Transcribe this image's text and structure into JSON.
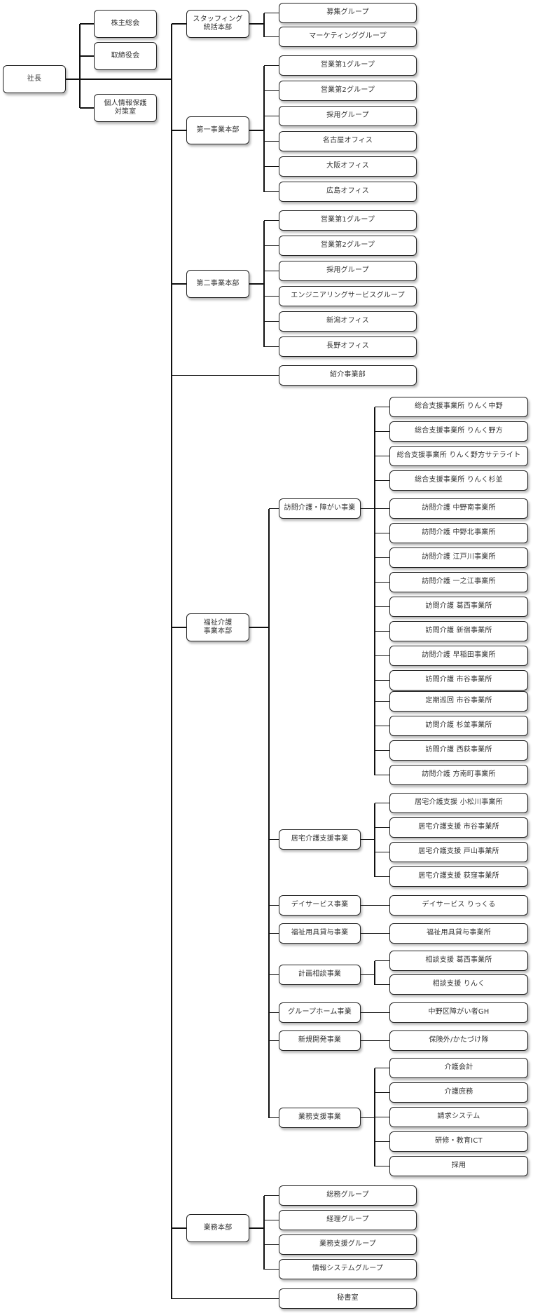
{
  "root": {
    "id": "president",
    "label": "社長"
  },
  "advisors": [
    {
      "id": "shareholders",
      "label": "株主総会"
    },
    {
      "id": "board",
      "label": "取締役会"
    },
    {
      "id": "privacy",
      "label": "個人情報保護\n対策室"
    }
  ],
  "divisions": [
    {
      "id": "staffing",
      "label": "スタッフィング\n統括本部",
      "children": [
        {
          "label": "募集グループ"
        },
        {
          "label": "マーケティンググループ"
        }
      ]
    },
    {
      "id": "div1",
      "label": "第一事業本部",
      "children": [
        {
          "label": "営業第1グループ"
        },
        {
          "label": "営業第2グループ"
        },
        {
          "label": "採用グループ"
        },
        {
          "label": "名古屋オフィス"
        },
        {
          "label": "大阪オフィス"
        },
        {
          "label": "広島オフィス"
        }
      ]
    },
    {
      "id": "div2",
      "label": "第二事業本部",
      "children": [
        {
          "label": "営業第1グループ"
        },
        {
          "label": "営業第2グループ"
        },
        {
          "label": "採用グループ"
        },
        {
          "label": "エンジニアリングサービスグループ"
        },
        {
          "label": "新潟オフィス"
        },
        {
          "label": "長野オフィス"
        }
      ]
    },
    {
      "id": "referral",
      "label": "紹介事業部"
    },
    {
      "id": "welfare",
      "label": "福祉介護\n事業本部",
      "businesses": [
        {
          "label": "訪問介護・障がい事業",
          "offices": [
            {
              "label": "総合支援事業所 りんく中野"
            },
            {
              "label": "総合支援事業所 りんく野方"
            },
            {
              "label": "総合支援事業所 りんく野方サテライト"
            },
            {
              "label": "総合支援事業所 りんく杉並"
            },
            {
              "label": "訪問介護 中野南事業所"
            },
            {
              "label": "訪問介護 中野北事業所"
            },
            {
              "label": "訪問介護 江戸川事業所"
            },
            {
              "label": "訪問介護 一之江事業所"
            },
            {
              "label": "訪問介護 葛西事業所"
            },
            {
              "label": "訪問介護 新宿事業所"
            },
            {
              "label": "訪問介護 早稲田事業所"
            },
            {
              "label": "訪問介護 市谷事業所"
            },
            {
              "label": "定期巡回 市谷事業所"
            },
            {
              "label": "訪問介護 杉並事業所"
            },
            {
              "label": "訪問介護 西荻事業所"
            },
            {
              "label": "訪問介護 方南町事業所"
            }
          ]
        },
        {
          "label": "居宅介護支援事業",
          "offices": [
            {
              "label": "居宅介護支援 小松川事業所"
            },
            {
              "label": "居宅介護支援 市谷事業所"
            },
            {
              "label": "居宅介護支援 戸山事業所"
            },
            {
              "label": "居宅介護支援 荻窪事業所"
            }
          ]
        },
        {
          "label": "デイサービス事業",
          "offices": [
            {
              "label": "デイサービス りっくる"
            }
          ]
        },
        {
          "label": "福祉用具貸与事業",
          "offices": [
            {
              "label": "福祉用具貸与事業所"
            }
          ]
        },
        {
          "label": "計画相談事業",
          "offices": [
            {
              "label": "相談支援 葛西事業所"
            },
            {
              "label": "相談支援 りんく"
            }
          ]
        },
        {
          "label": "グループホーム事業",
          "offices": [
            {
              "label": "中野区障がい者GH"
            }
          ]
        },
        {
          "label": "新規開発事業",
          "offices": [
            {
              "label": "保険外/かたづけ隊"
            }
          ]
        },
        {
          "label": "業務支援事業",
          "offices": [
            {
              "label": "介護会計"
            },
            {
              "label": "介護庶務"
            },
            {
              "label": "請求システム"
            },
            {
              "label": "研修・教育ICT"
            },
            {
              "label": "採用"
            }
          ]
        }
      ]
    },
    {
      "id": "operations",
      "label": "業務本部",
      "children": [
        {
          "label": "総務グループ"
        },
        {
          "label": "経理グループ"
        },
        {
          "label": "業務支援グループ"
        },
        {
          "label": "情報システムグループ"
        }
      ]
    },
    {
      "id": "secretariat",
      "label": "秘書室"
    }
  ]
}
